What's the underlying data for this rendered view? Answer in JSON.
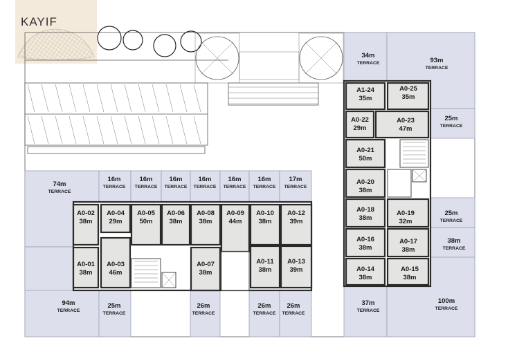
{
  "logo": {
    "text": "KAYIF"
  },
  "units": [
    {
      "code": "A0-02",
      "area": "38m"
    },
    {
      "code": "A0-04",
      "area": "29m"
    },
    {
      "code": "A0-05",
      "area": "50m"
    },
    {
      "code": "A0-06",
      "area": "38m"
    },
    {
      "code": "A0-08",
      "area": "38m"
    },
    {
      "code": "A0-09",
      "area": "44m"
    },
    {
      "code": "A0-10",
      "area": "38m"
    },
    {
      "code": "A0-12",
      "area": "39m"
    },
    {
      "code": "A0-01",
      "area": "38m"
    },
    {
      "code": "A0-03",
      "area": "46m"
    },
    {
      "code": "A0-07",
      "area": "38m"
    },
    {
      "code": "A0-11",
      "area": "38m"
    },
    {
      "code": "A0-13",
      "area": "39m"
    },
    {
      "code": "A1-24",
      "area": "35m"
    },
    {
      "code": "A0-25",
      "area": "35m"
    },
    {
      "code": "A0-22",
      "area": "29m"
    },
    {
      "code": "A0-23",
      "area": "47m"
    },
    {
      "code": "A0-21",
      "area": "50m"
    },
    {
      "code": "A0-20",
      "area": "38m"
    },
    {
      "code": "A0-18",
      "area": "38m"
    },
    {
      "code": "A0-19",
      "area": "32m"
    },
    {
      "code": "A0-16",
      "area": "38m"
    },
    {
      "code": "A0-17",
      "area": "38m"
    },
    {
      "code": "A0-14",
      "area": "38m"
    },
    {
      "code": "A0-15",
      "area": "38m"
    }
  ],
  "terraces": [
    {
      "area": "74m",
      "label": "TERRACE"
    },
    {
      "area": "16m",
      "label": "TERRACE"
    },
    {
      "area": "16m",
      "label": "TERRACE"
    },
    {
      "area": "16m",
      "label": "TERRACE"
    },
    {
      "area": "16m",
      "label": "TERRACE"
    },
    {
      "area": "16m",
      "label": "TERRACE"
    },
    {
      "area": "16m",
      "label": "TERRACE"
    },
    {
      "area": "17m",
      "label": "TERRACE"
    },
    {
      "area": "94m",
      "label": "TERRACE"
    },
    {
      "area": "25m",
      "label": "TERRACE"
    },
    {
      "area": "26m",
      "label": "TERRACE"
    },
    {
      "area": "26m",
      "label": "TERRACE"
    },
    {
      "area": "26m",
      "label": "TERRACE"
    },
    {
      "area": "34m",
      "label": "TERRACE"
    },
    {
      "area": "93m",
      "label": "TERRACE"
    },
    {
      "area": "25m",
      "label": "TERRACE"
    },
    {
      "area": "25m",
      "label": "TERRACE"
    },
    {
      "area": "38m",
      "label": "TERRACE"
    },
    {
      "area": "37m",
      "label": "TERRACE"
    },
    {
      "area": "100m",
      "label": "TERRACE"
    }
  ]
}
